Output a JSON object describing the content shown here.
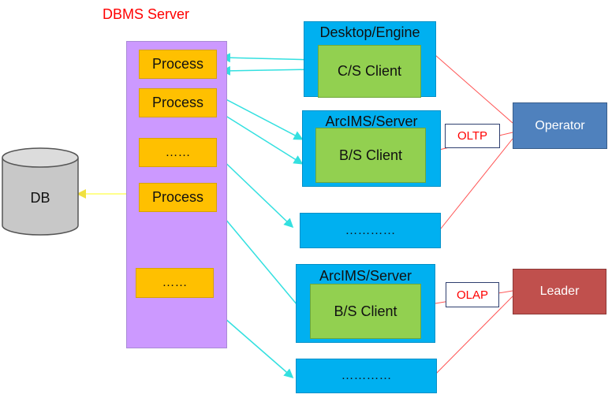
{
  "server": {
    "title": "DBMS Server"
  },
  "processes": [
    "Process",
    "Process",
    "……",
    "Process",
    "……"
  ],
  "database": {
    "label": "DB"
  },
  "clients": [
    {
      "panel_title": "Desktop/Engine",
      "client_label": "C/S Client"
    },
    {
      "panel_title": "ArcIMS/Server",
      "client_label": "B/S Client"
    },
    {
      "panel_title": "",
      "client_label": "…………"
    },
    {
      "panel_title": "ArcIMS/Server",
      "client_label": "B/S Client"
    },
    {
      "panel_title": "",
      "client_label": "…………"
    }
  ],
  "roles": {
    "operator": {
      "label": "Operator",
      "color": "#4f81bd"
    },
    "leader": {
      "label": "Leader",
      "color": "#c0504d"
    }
  },
  "tags": {
    "oltp": "OLTP",
    "olap": "OLAP"
  },
  "colors": {
    "server": "#cc99ff",
    "process": "#ffc000",
    "panel": "#00b0f0",
    "client": "#92d050",
    "connector": "#33e0e0",
    "db_arrow": "#ffff66",
    "role_link": "#ff5555"
  }
}
